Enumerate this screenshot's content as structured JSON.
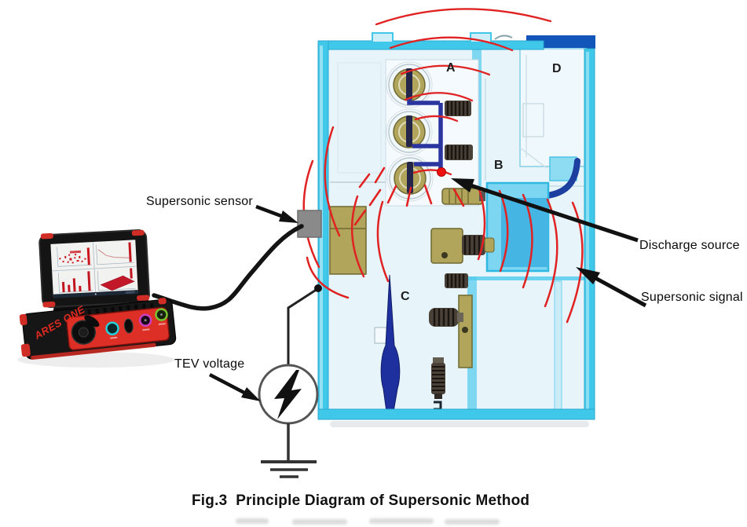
{
  "figure": {
    "caption": "Fig.3  Principle Diagram of Supersonic Method"
  },
  "labels": {
    "supersonic_sensor": "Supersonic sensor",
    "discharge_source": "Discharge source",
    "supersonic_signal": "Supersonic signal",
    "tev_voltage": "TEV voltage"
  },
  "compartments": {
    "a": "A",
    "b": "B",
    "c": "C",
    "d": "D"
  },
  "device": {
    "brand": "ARES ONE"
  },
  "icons": {
    "tev_symbol": "lightning-bolt-icon",
    "ground_symbol": "earth-ground-icon",
    "discharge_marker": "red-dot-icon"
  },
  "colors": {
    "signal_red": "#e02222",
    "cabinet_cyan": "#3fc8ea",
    "cabinet_fill": "#e7f5fb",
    "busbar_navy": "#2b35a0",
    "component_olive": "#b0a55a",
    "breaker_blue": "#45b5e3",
    "d_compartment_bar": "#1156b8",
    "device_red": "#dd2f26",
    "device_black": "#161616",
    "sensor_gray": "#8a8a8a",
    "annotation_black": "#111111"
  }
}
